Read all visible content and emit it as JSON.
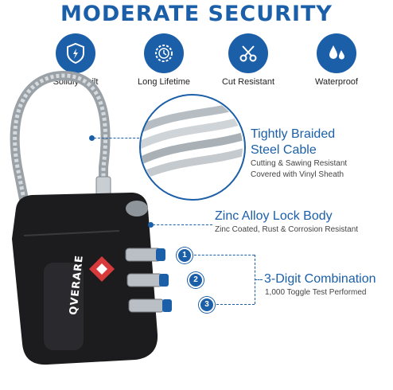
{
  "title": "MODERATE SECURITY",
  "features": [
    {
      "icon": "shield-icon",
      "label": "Solidly Built"
    },
    {
      "icon": "clock-gear-icon",
      "label": "Long Lifetime"
    },
    {
      "icon": "scissors-icon",
      "label": "Cut Resistant"
    },
    {
      "icon": "water-drops-icon",
      "label": "Waterproof"
    }
  ],
  "callouts": {
    "cable": {
      "heading_line1": "Tightly Braided",
      "heading_line2": "Steel Cable",
      "sub_line1": "Cutting & Sawing Resistant",
      "sub_line2": "Covered with Vinyl Sheath"
    },
    "body": {
      "heading": "Zinc Alloy Lock Body",
      "sub": "Zinc Coated, Rust & Corrosion Resistant"
    },
    "combo": {
      "heading": "3-Digit Combination",
      "sub": "1,000 Toggle Test Performed"
    }
  },
  "badges": [
    "1",
    "2",
    "3"
  ],
  "brand": "QVERARE",
  "colors": {
    "accent": "#1b5fa8",
    "lock_body": "#1c1c1e",
    "logo_red": "#d63a3a"
  }
}
